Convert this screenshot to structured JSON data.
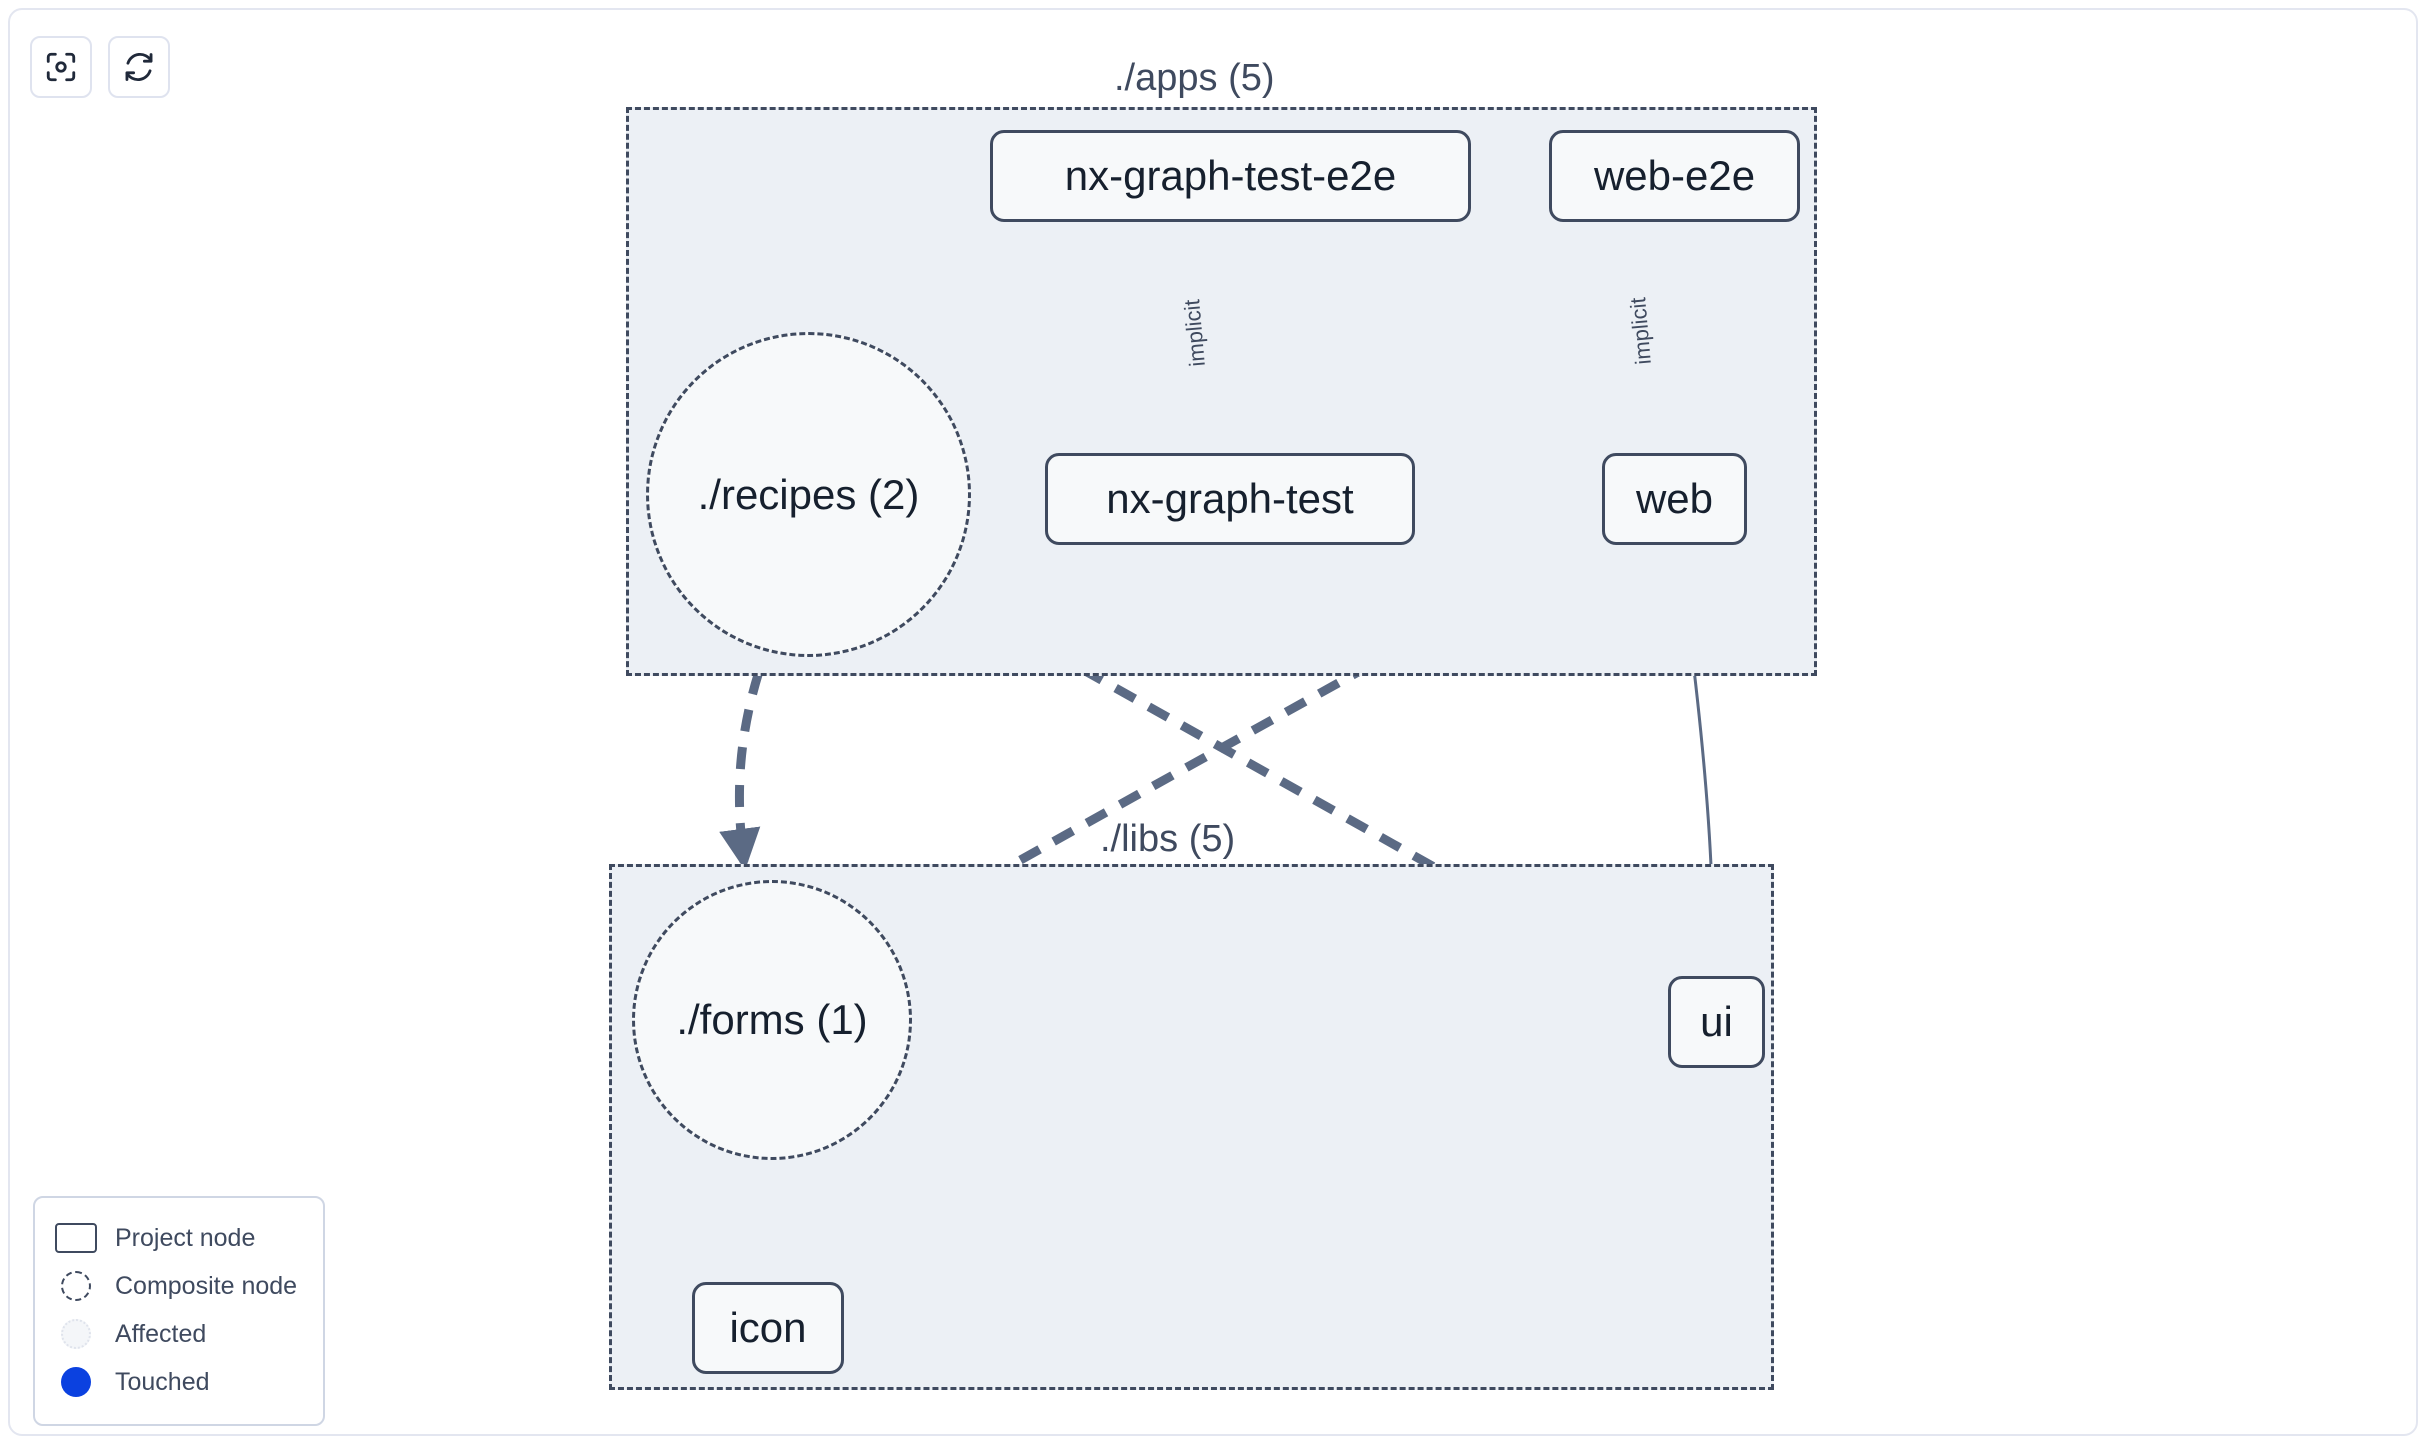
{
  "toolbar": {
    "buttons": [
      {
        "name": "focus-graph-button",
        "icon": "viewfinder-icon",
        "label": ""
      },
      {
        "name": "refresh-graph-button",
        "icon": "refresh-icon",
        "label": ""
      }
    ]
  },
  "groups": [
    {
      "id": "apps",
      "label": "./apps (5)"
    },
    {
      "id": "libs",
      "label": "./libs (5)"
    }
  ],
  "nodes": [
    {
      "id": "nx-graph-test-e2e",
      "label": "nx-graph-test-e2e",
      "type": "project",
      "group": "apps"
    },
    {
      "id": "web-e2e",
      "label": "web-e2e",
      "type": "project",
      "group": "apps"
    },
    {
      "id": "nx-graph-test",
      "label": "nx-graph-test",
      "type": "project",
      "group": "apps"
    },
    {
      "id": "web",
      "label": "web",
      "type": "project",
      "group": "apps"
    },
    {
      "id": "recipes",
      "label": "./recipes (2)",
      "type": "composite",
      "group": "apps"
    },
    {
      "id": "forms",
      "label": "./forms (1)",
      "type": "composite",
      "group": "libs"
    },
    {
      "id": "ui",
      "label": "ui",
      "type": "project",
      "group": "libs"
    },
    {
      "id": "icon",
      "label": "icon",
      "type": "project",
      "group": "libs"
    }
  ],
  "edges": [
    {
      "source": "nx-graph-test-e2e",
      "target": "nx-graph-test",
      "label": "implicit",
      "style": "solid"
    },
    {
      "source": "web-e2e",
      "target": "web",
      "label": "implicit",
      "style": "solid"
    },
    {
      "source": "web",
      "target": "ui",
      "label": "",
      "style": "solid"
    },
    {
      "source": "recipes",
      "target": "forms",
      "label": "",
      "style": "dashed"
    },
    {
      "source": "recipes",
      "target": "ui",
      "label": "",
      "style": "dashed"
    },
    {
      "source": "web",
      "target": "forms",
      "label": "",
      "style": "dashed"
    },
    {
      "source": "forms",
      "target": "icon",
      "label": "",
      "style": "dashed"
    }
  ],
  "legend": {
    "items": [
      {
        "swatch": "project-node-swatch",
        "label": "Project node"
      },
      {
        "swatch": "composite-node-swatch",
        "label": "Composite node"
      },
      {
        "swatch": "affected-swatch",
        "label": "Affected"
      },
      {
        "swatch": "touched-swatch",
        "label": "Touched"
      }
    ]
  },
  "colors": {
    "node_border": "#3f4a5f",
    "node_fill": "#f7f9fa",
    "group_fill": "#ecf0f5",
    "edge": "#5b6a84",
    "touched": "#0b41e0",
    "panel_border": "#e3e6f0",
    "text": "#16202e"
  }
}
